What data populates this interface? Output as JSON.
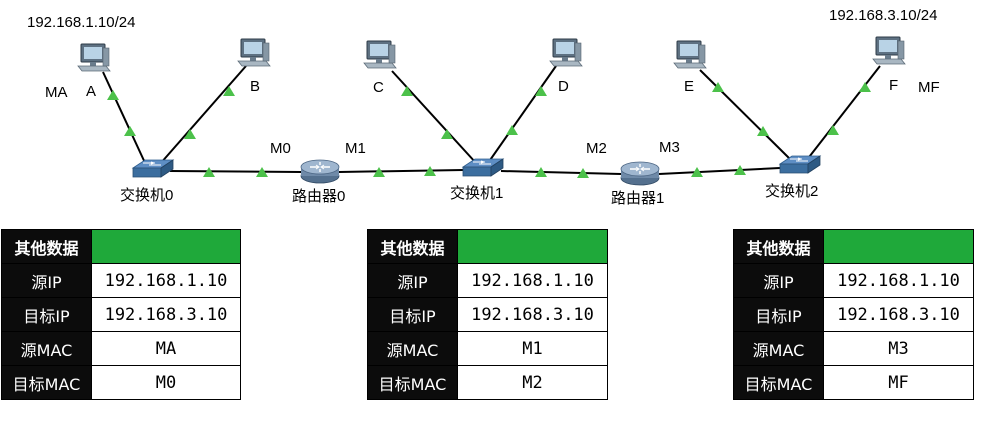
{
  "colors": {
    "link": "#000000",
    "marker": "#4cc14a",
    "header_green": "#1fa93a",
    "label_bg": "#0c0c0c"
  },
  "ip_labels": {
    "ma_ip": "192.168.1.10/24",
    "mf_ip": "192.168.3.10/24"
  },
  "hosts": [
    {
      "id": "A",
      "label": "A",
      "icon": "pc-icon"
    },
    {
      "id": "B",
      "label": "B",
      "icon": "pc-icon"
    },
    {
      "id": "C",
      "label": "C",
      "icon": "pc-icon"
    },
    {
      "id": "D",
      "label": "D",
      "icon": "pc-icon"
    },
    {
      "id": "E",
      "label": "E",
      "icon": "pc-icon"
    },
    {
      "id": "F",
      "label": "F",
      "icon": "pc-icon"
    }
  ],
  "mac_labels": {
    "ma": "MA",
    "mf": "MF",
    "m0": "M0",
    "m1": "M1",
    "m2": "M2",
    "m3": "M3"
  },
  "switches": [
    {
      "label": "交换机0",
      "icon": "switch-icon"
    },
    {
      "label": "交换机1",
      "icon": "switch-icon"
    },
    {
      "label": "交换机2",
      "icon": "switch-icon"
    }
  ],
  "routers": [
    {
      "label": "路由器0",
      "icon": "router-icon"
    },
    {
      "label": "路由器1",
      "icon": "router-icon"
    }
  ],
  "tables": [
    {
      "header": "其他数据",
      "rows": [
        {
          "key": "源IP",
          "value": "192.168.1.10"
        },
        {
          "key": "目标IP",
          "value": "192.168.3.10"
        },
        {
          "key": "源MAC",
          "value": "MA"
        },
        {
          "key": "目标MAC",
          "value": "M0"
        }
      ]
    },
    {
      "header": "其他数据",
      "rows": [
        {
          "key": "源IP",
          "value": "192.168.1.10"
        },
        {
          "key": "目标IP",
          "value": "192.168.3.10"
        },
        {
          "key": "源MAC",
          "value": "M1"
        },
        {
          "key": "目标MAC",
          "value": "M2"
        }
      ]
    },
    {
      "header": "其他数据",
      "rows": [
        {
          "key": "源IP",
          "value": "192.168.1.10"
        },
        {
          "key": "目标IP",
          "value": "192.168.3.10"
        },
        {
          "key": "源MAC",
          "value": "M3"
        },
        {
          "key": "目标MAC",
          "value": "MF"
        }
      ]
    }
  ]
}
